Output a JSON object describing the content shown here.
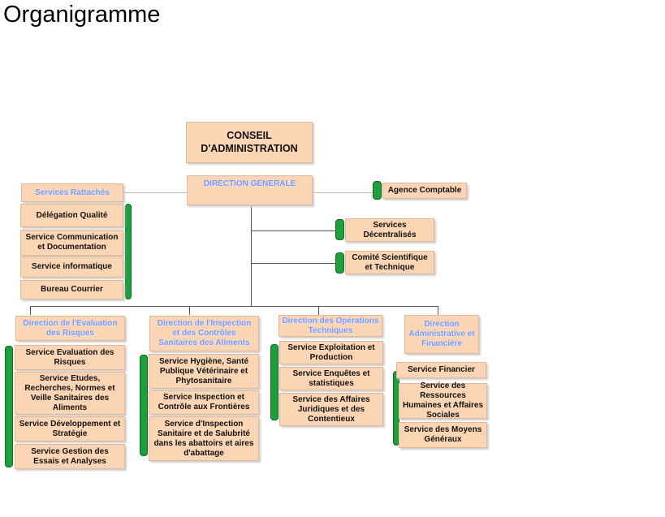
{
  "title": "Organigramme",
  "colors": {
    "box_fill": "#fcd5b4",
    "accent_bar": "#1f9f3c",
    "blue_text": "#7f96e8"
  },
  "top": {
    "conseil": "CONSEIL D'ADMINISTRATION",
    "direction_generale": "DIRECTION GENERALE"
  },
  "services_rattaches": {
    "header": "Services Rattachés",
    "items": [
      "Délégation Qualité",
      "Service Communication et Documentation",
      "Service informatique",
      "Bureau Courrier"
    ]
  },
  "right": {
    "agence": "Agence Comptable",
    "services_decentralises": "Services Décentralisés",
    "comite": "Comité Scientifique et Technique"
  },
  "directions": [
    {
      "header": "Direction de l'Evaluation des Risques",
      "services": [
        "Service Evaluation des Risques",
        "Service Etudes, Recherches, Normes et Veille Sanitaires des Aliments",
        "Service Développement et Stratégie",
        "Service Gestion des Essais et Analyses"
      ]
    },
    {
      "header": "Direction de l'Inspection et des Contrôles Sanitaires des Aliments",
      "services": [
        "Service Hygiène, Santé Publique Vétérinaire et Phytosanitaire",
        "Service Inspection et Contrôle aux Frontières",
        "Service d'Inspection Sanitaire et de Salubrité dans les abattoirs et aires d'abattage"
      ]
    },
    {
      "header": "Direction des Opérations Techniques",
      "services": [
        "Service Exploitation et Production",
        "Service Enquêtes et statistiques",
        "Service des Affaires Juridiques et des Contentieux"
      ]
    },
    {
      "header": "Direction Administrative et Financière",
      "services": [
        "Service Financier",
        "Service des Ressources Humaines et Affaires Sociales",
        "Service des Moyens Généraux"
      ]
    }
  ]
}
